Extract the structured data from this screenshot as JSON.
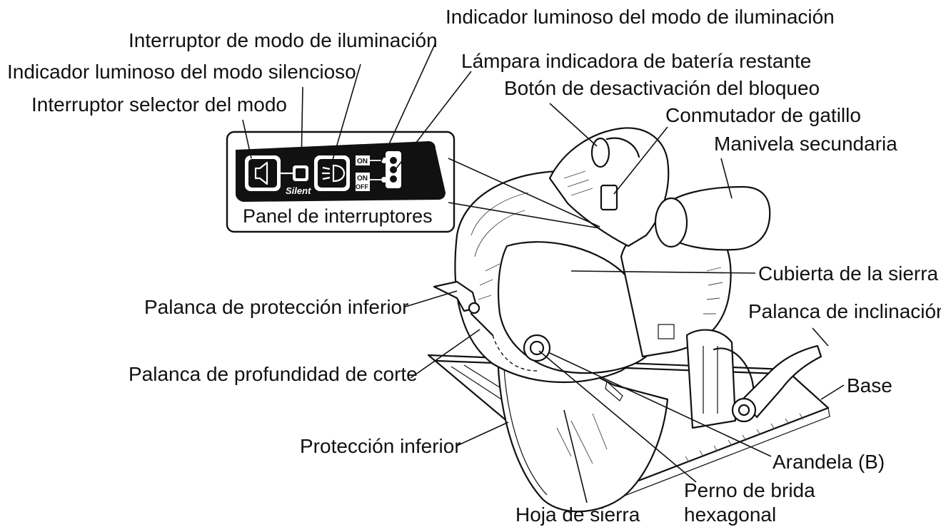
{
  "labels": {
    "indicador_iluminacion": "Indicador luminoso del modo de iluminación",
    "interruptor_iluminacion": "Interruptor de modo de iluminación",
    "lampara_bateria": "Lámpara indicadora de batería restante",
    "indicador_silencioso": "Indicador luminoso del modo silencioso",
    "boton_desactivacion": "Botón de desactivación del bloqueo",
    "interruptor_selector": "Interruptor selector del modo",
    "conmutador_gatillo": "Conmutador de gatillo",
    "manivela_secundaria": "Manivela secundaria",
    "cubierta_sierra": "Cubierta de la sierra",
    "palanca_proteccion": "Palanca de protección inferior",
    "palanca_inclinacion": "Palanca de inclinación",
    "palanca_profundidad": "Palanca de profundidad de corte",
    "base": "Base",
    "proteccion_inferior": "Protección inferior",
    "arandela": "Arandela (B)",
    "perno_line1": "Perno de brida",
    "perno_line2": "hexagonal",
    "hoja_sierra": "Hoja de sierra"
  },
  "panel": {
    "title": "Panel de interruptores",
    "silent_text": "Silent",
    "on_text": "ON",
    "off_text": "OFF"
  }
}
